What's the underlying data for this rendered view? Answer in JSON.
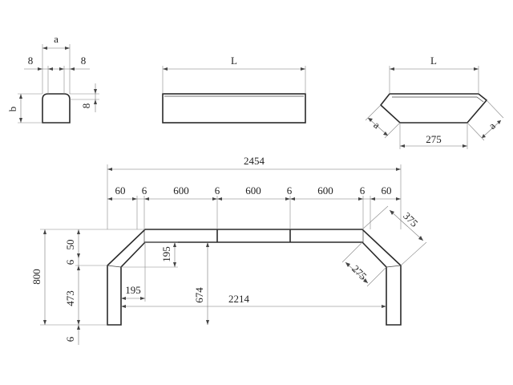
{
  "profile_detail": {
    "label_a": "a",
    "label_8_left": "8",
    "label_8_right": "8",
    "label_b": "b",
    "label_8_side": "8"
  },
  "straight_piece": {
    "label_L": "L"
  },
  "corner_piece": {
    "label_L": "L",
    "label_a_left": "a",
    "label_275": "275",
    "label_a_right": "a"
  },
  "plan": {
    "total_width": "2454",
    "top_segments": [
      "60",
      "6",
      "600",
      "6",
      "600",
      "6",
      "600",
      "6",
      "60"
    ],
    "diagonal_outer": "375",
    "diagonal_inner": "275",
    "height_total": "800",
    "height_50": "50",
    "height_6_top": "6",
    "height_473": "473",
    "height_6_bottom": "6",
    "depth_195_vertical": "195",
    "depth_195_horizontal": "195",
    "inner_height_674": "674",
    "inner_width_2214": "2214"
  }
}
